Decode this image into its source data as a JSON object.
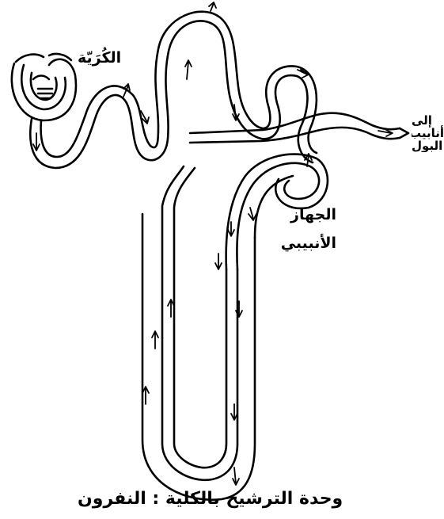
{
  "labels": {
    "glomerulus": "الكُرَيّة",
    "collecting_duct": [
      "إلى",
      "أنابيب",
      "البول"
    ],
    "tubular_system": [
      "الجهاز",
      "الأنبيبي"
    ],
    "caption": "وحدة الترشيح بالكلية : النفرون"
  },
  "colors": {
    "ink": "#000000",
    "paper": "#ffffff"
  }
}
